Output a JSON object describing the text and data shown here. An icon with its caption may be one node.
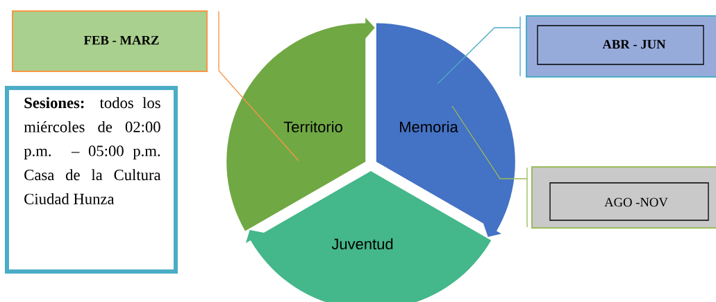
{
  "diagram": {
    "nodes": [
      {
        "text": [
          "FEB - MARZ"
        ]
      },
      {
        "text": [
          "**Sesiones:** todos los miércoles de 02:00 p.m. – 05:00 p.m. Casa de la Cultura Ciudad Hunza"
        ]
      },
      {
        "text": [
          "Territorio"
        ]
      },
      {
        "text": [
          "Memoria"
        ]
      },
      {
        "text": [
          "Juventud"
        ]
      },
      {
        "text": [
          "ABR - JUN"
        ]
      },
      {
        "text": [
          "AGO -NOV"
        ]
      }
    ],
    "edges": [
      {
        "from": 0,
        "to": 2,
        "arrow": "none",
        "color": "#f79646"
      },
      {
        "from": 5,
        "to": 3,
        "arrow": "none",
        "color": "#4bacc6"
      },
      {
        "from": 6,
        "to": 3,
        "arrow": "none",
        "color": "#9bbb59"
      }
    ]
  }
}
